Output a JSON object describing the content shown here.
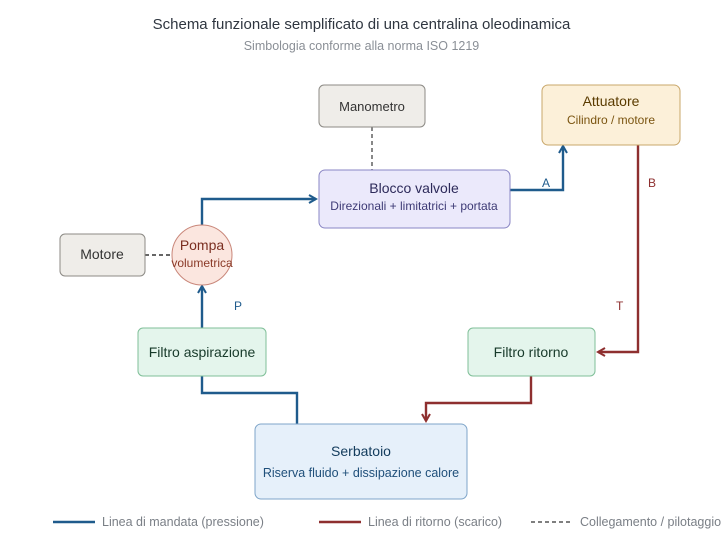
{
  "title": "Schema funzionale semplificato di una centralina oleodinamica",
  "subtitle": "Simbologia conforme alla norma ISO 1219",
  "nodes": {
    "manometro": {
      "title": "Manometro"
    },
    "attuatore": {
      "title": "Attuatore",
      "sub": "Cilindro / motore"
    },
    "blocco_valvole": {
      "title": "Blocco valvole",
      "sub": "Direzionali + limitatrici + portata"
    },
    "motore": {
      "title": "Motore"
    },
    "pompa": {
      "title": "Pompa",
      "sub": "volumetrica"
    },
    "filtro_aspirazione": {
      "title": "Filtro aspirazione"
    },
    "filtro_ritorno": {
      "title": "Filtro ritorno"
    },
    "serbatoio": {
      "title": "Serbatoio",
      "sub": "Riserva fluido + dissipazione calore"
    }
  },
  "edge_labels": {
    "a": "A",
    "b": "B",
    "p": "P",
    "t": "T"
  },
  "legend": {
    "mandata": "Linea di mandata (pressione)",
    "ritorno": "Linea di ritorno (scarico)",
    "pilotaggio": "Collegamento / pilotaggio"
  },
  "colors": {
    "pressure_line": "#1f5b8c",
    "return_line": "#8e2f2f",
    "pilot_line": "#555555"
  }
}
